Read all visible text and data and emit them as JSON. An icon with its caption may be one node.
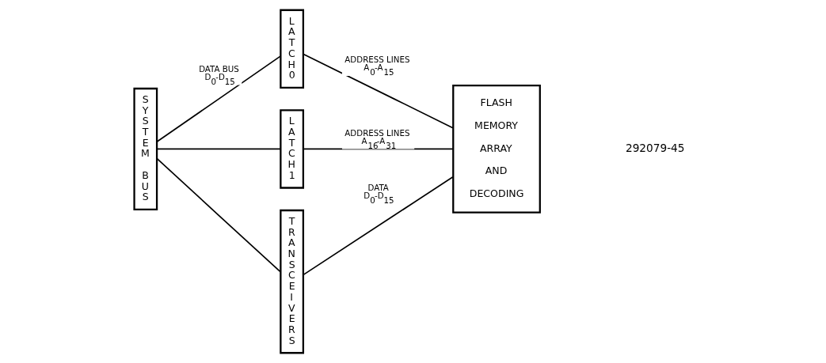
{
  "diagram": {
    "nodes": [
      {
        "text": [
          "SYSTEM BUS"
        ]
      },
      {
        "text": [
          "LATCH0"
        ]
      },
      {
        "text": [
          "LATCH1"
        ]
      },
      {
        "text": [
          "TRANSCEIVERS"
        ]
      },
      {
        "text": [
          "FLASH MEMORY ARRAY AND DECODING"
        ]
      }
    ],
    "edges": [
      {
        "from": 0,
        "to": 1,
        "arrow": "none",
        "label": "DATA BUS D$_{0}$-D$_{15}$"
      },
      {
        "from": 0,
        "to": 2,
        "arrow": "none"
      },
      {
        "from": 0,
        "to": 3,
        "arrow": "none"
      },
      {
        "from": 1,
        "to": 4,
        "arrow": "none",
        "label": "ADDRESS LINES A$_{0}$-A$_{15}$"
      },
      {
        "from": 2,
        "to": 4,
        "arrow": "none",
        "label": "ADDRESS LINES A$_{16}$-A$_{31}$"
      },
      {
        "from": 3,
        "to": 4,
        "arrow": "none",
        "label": "DATA D$_{0}$-D$_{15}$"
      }
    ],
    "labels": [
      "292079-45"
    ]
  }
}
